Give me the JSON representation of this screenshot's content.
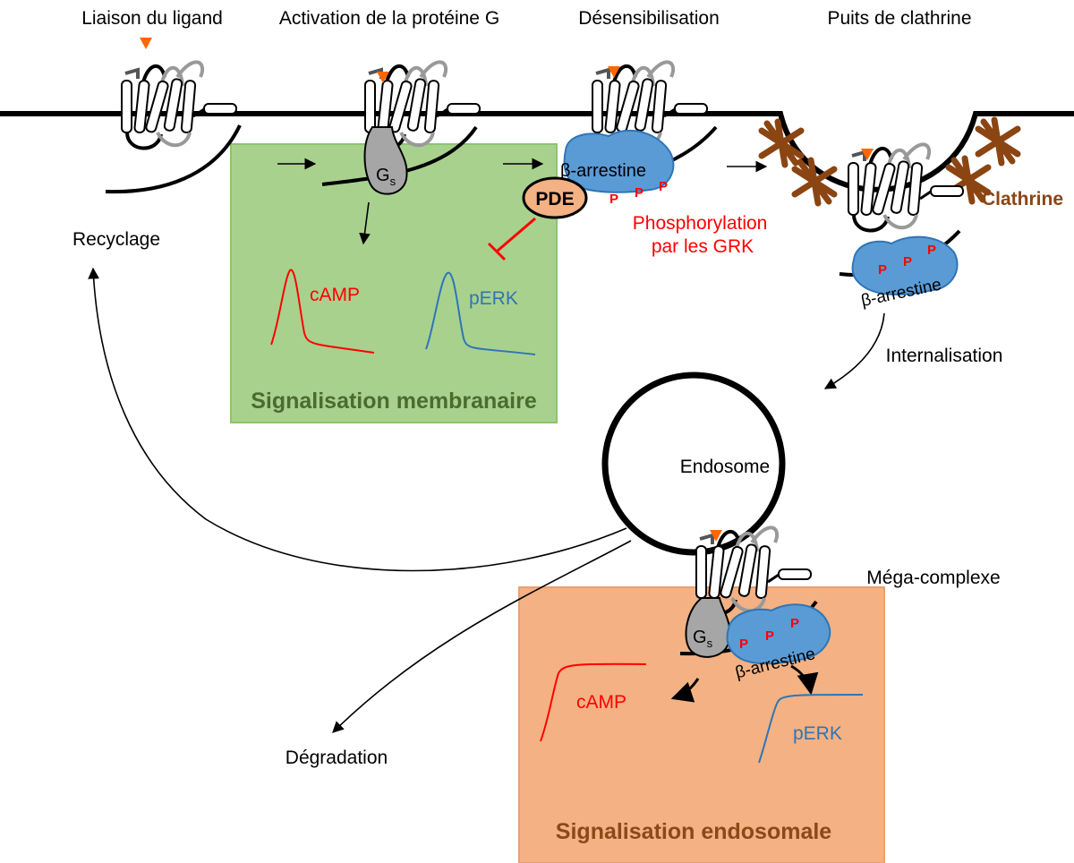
{
  "stages": {
    "ligand_binding": "Liaison du ligand",
    "g_activation": "Activation de la protéine G",
    "desensitization": "Désensibilisation",
    "clathrin_pit": "Puits de clathrine"
  },
  "labels": {
    "recycling": "Recyclage",
    "internalisation": "Internalisation",
    "endosome": "Endosome",
    "megacomplex": "Méga-complexe",
    "degradation": "Dégradation",
    "clathrin": "Clathrine",
    "phospho_line1": "Phosphorylation",
    "phospho_line2": "par les GRK",
    "pde": "PDE",
    "gs_main": "G",
    "gs_sub": "s",
    "arrestin_top": "β-arrestine",
    "arrestin_pit": "β-arrestine",
    "arrestin_endo": "β-arrestine",
    "p": "P"
  },
  "boxes": {
    "membrane_signaling": "Signalisation membranaire",
    "endosomal_signaling": "Signalisation endosomale"
  },
  "curves": {
    "camp_membrane": "cAMP",
    "perk_membrane": "pERK",
    "camp_endosome": "cAMP",
    "perk_endosome": "pERK"
  },
  "colors": {
    "membrane_box_fill": "#a9d18e",
    "membrane_box_stroke": "#8cc56b",
    "membrane_box_text": "#4b6b2f",
    "endosome_box_fill": "#f4b183",
    "endosome_box_stroke": "#e8a070",
    "endosome_box_text": "#8a4a18",
    "arrestin": "#5b9bd5",
    "gs": "#a6a6a6",
    "pde": "#f4b183",
    "clathrin": "#8b4513",
    "ligand": "#ff6600",
    "camp": "#ff0000",
    "perk": "#2e75b6",
    "phospho": "#ff0000"
  }
}
